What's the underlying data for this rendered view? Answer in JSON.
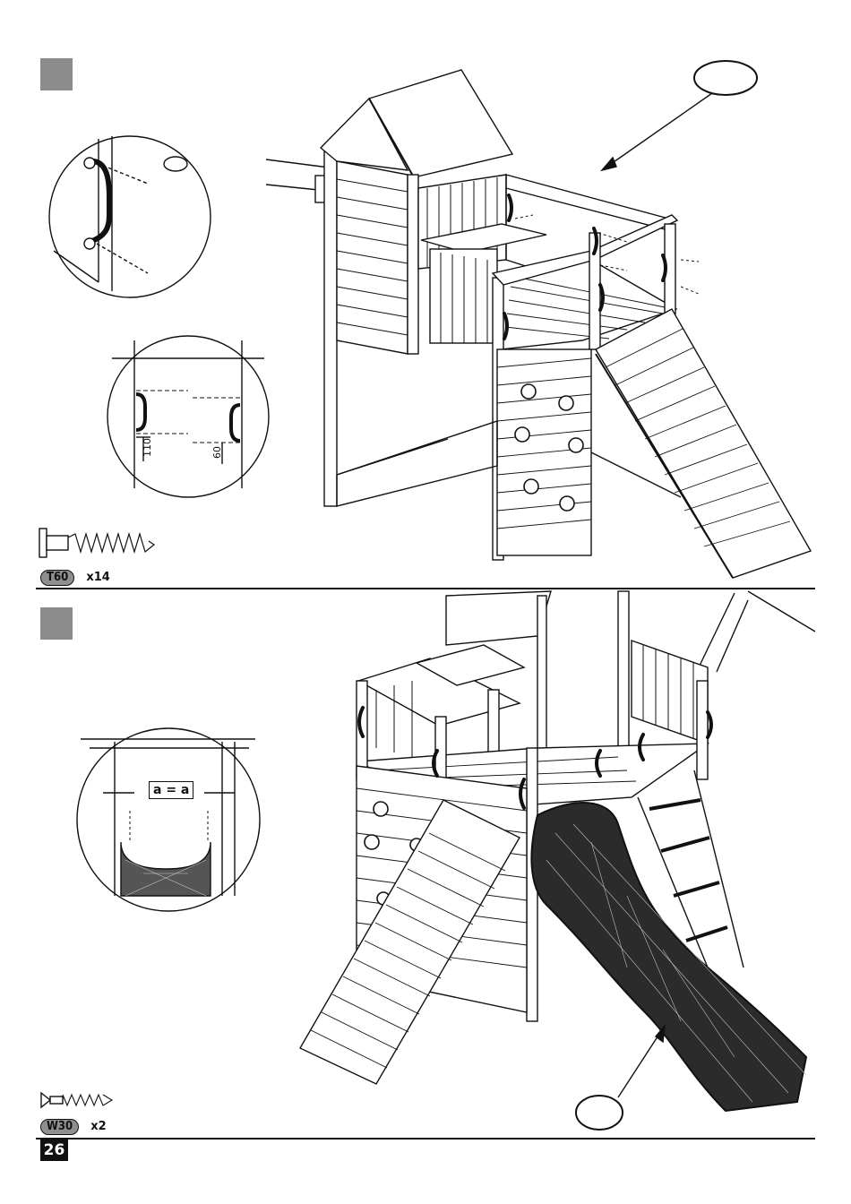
{
  "page": {
    "number": "26"
  },
  "step1": {
    "hardware": {
      "code": "T60",
      "quantity": "x14",
      "icon": "screw-icon"
    },
    "detail_dimensions": {
      "a": "110",
      "b": "60"
    }
  },
  "step2": {
    "hardware": {
      "code": "W30",
      "quantity": "x2",
      "icon": "screw-icon"
    },
    "alignment_label": "a = a"
  },
  "colors": {
    "step_marker": "#8c8c8c",
    "line": "#111111"
  }
}
